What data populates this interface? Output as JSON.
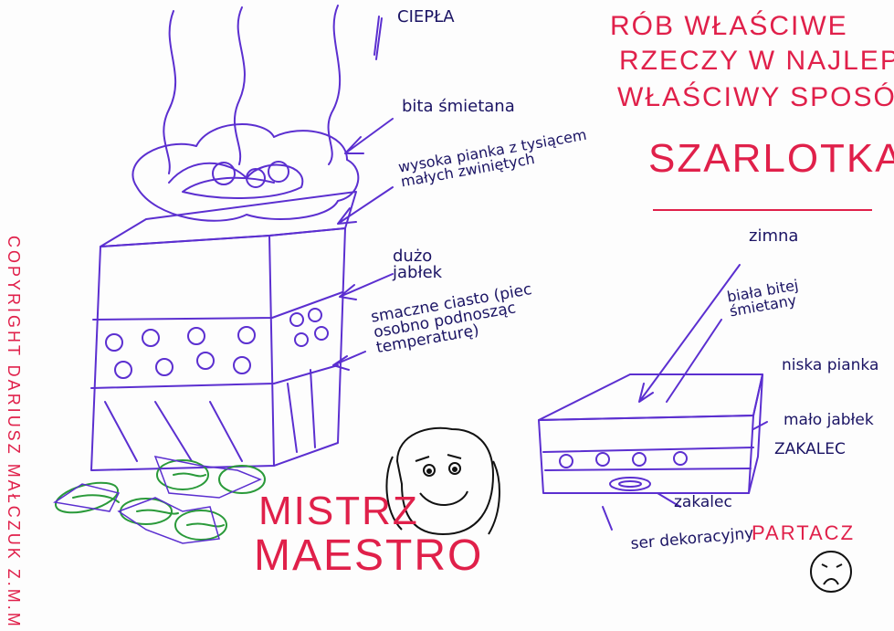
{
  "motto_line1": "RÓB WŁAŚCIWE",
  "motto_line2": "RZECZY W NAJLEPSZY",
  "motto_line3": "WŁAŚCIWY SPOSÓB",
  "title": "SZARLOTKA",
  "copyright": "COPYRIGHT DARIUSZ MAŁCZUK Z.M.M",
  "left_labels": {
    "ciepla": "CIEPŁA",
    "bita_smietana": "bita śmietana",
    "wysoka_pianka": "wysoka pianka z tysiącem małych zwiniętych",
    "duzo_jablek": "dużo jabłek",
    "smaczne_ciasto": "smaczne ciasto (piec osobno podnosząc temperaturę)"
  },
  "maestro_top": "MISTRZ",
  "maestro_bottom": "MAESTRO",
  "right_labels": {
    "zimna": "zimna",
    "bita_smietana": "biała bitej śmietany",
    "niska_pianka": "niska pianka",
    "malo_jablek": "mało jabłek",
    "zakalec_caps": "ZAKALEC",
    "zakalec": "zakalec",
    "ser_dekoracyjny": "ser dekoracyjny"
  },
  "partacz": "PARTACZ",
  "colors": {
    "pen_blue": "#3a1aa6",
    "pen_red": "#e0204a",
    "pen_green": "#2a9a3a",
    "pen_black": "#1b1464"
  }
}
